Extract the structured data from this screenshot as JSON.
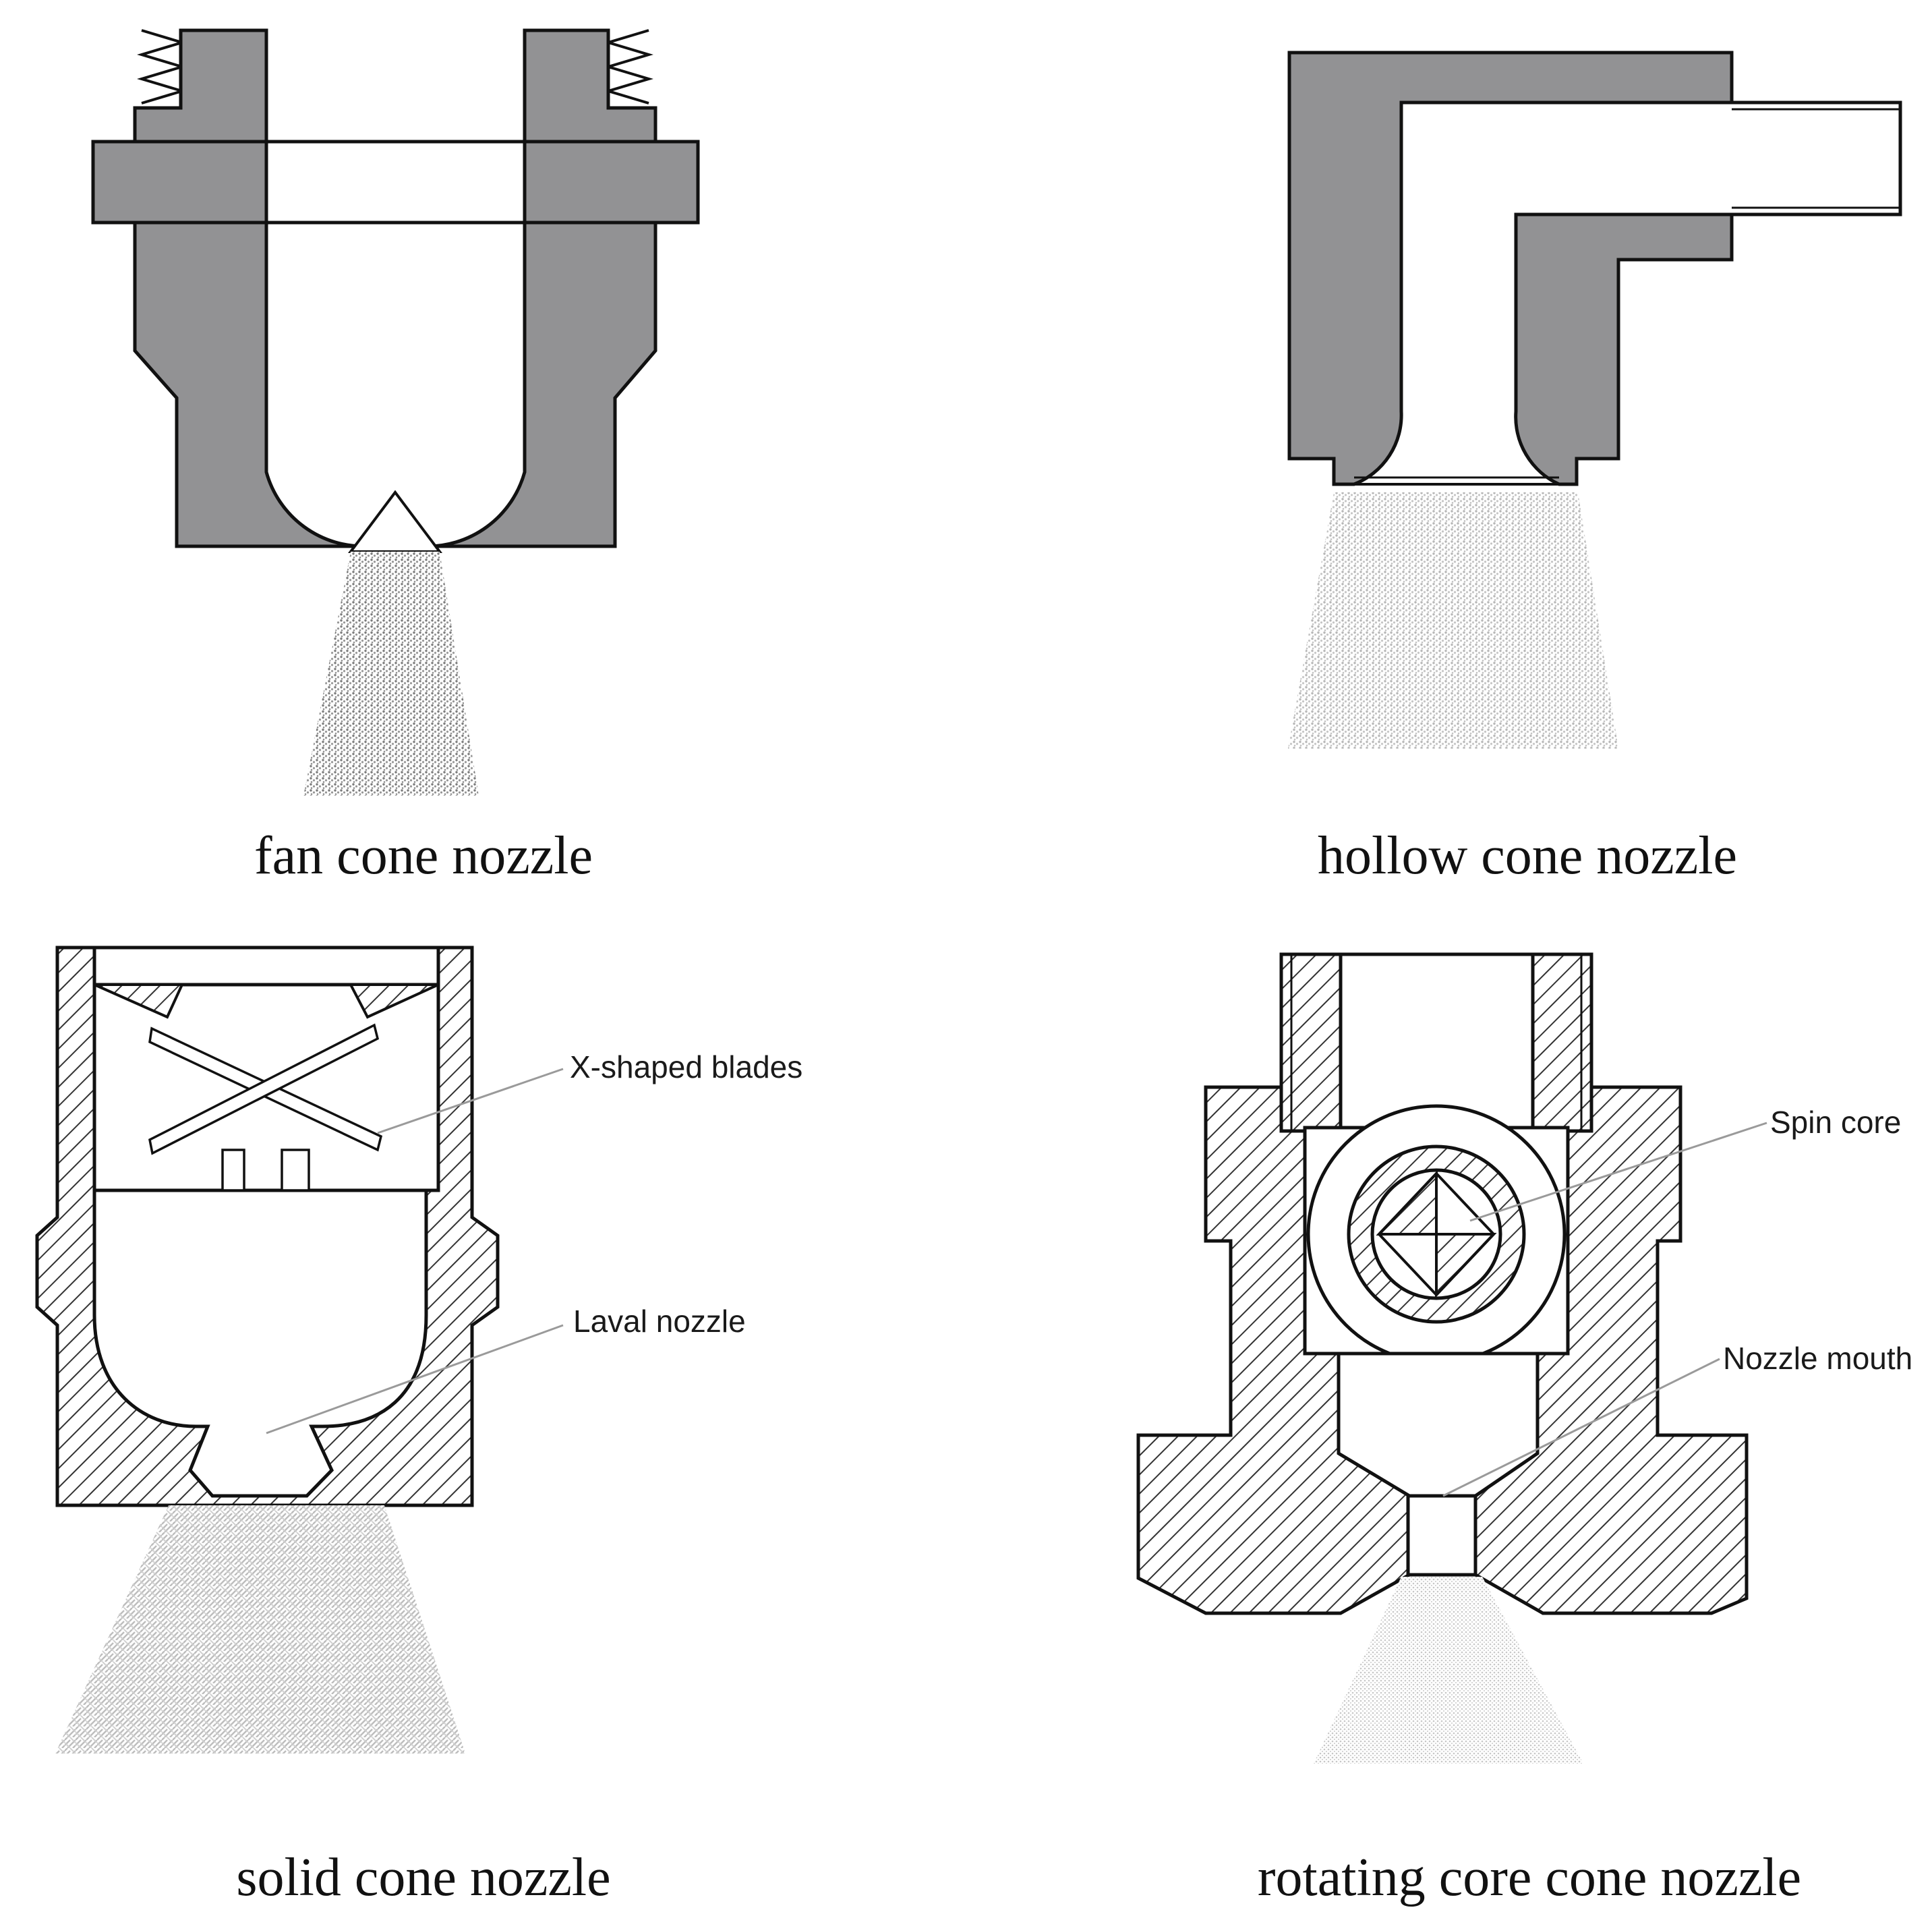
{
  "colors": {
    "body_gray": "#929294",
    "hatch_line": "#333333",
    "spray_dark": "#8c8c8c",
    "spray_light": "#c4c4c4",
    "caption_text": "#111111"
  },
  "panels": {
    "fan": {
      "caption": "fan cone nozzle"
    },
    "hollow": {
      "caption": "hollow cone nozzle"
    },
    "solid": {
      "caption": "solid cone nozzle",
      "callouts": [
        "X-shaped blades",
        "Laval nozzle"
      ]
    },
    "rotating": {
      "caption": "rotating core cone nozzle",
      "callouts": [
        "Spin core",
        "Nozzle mouth"
      ]
    }
  }
}
